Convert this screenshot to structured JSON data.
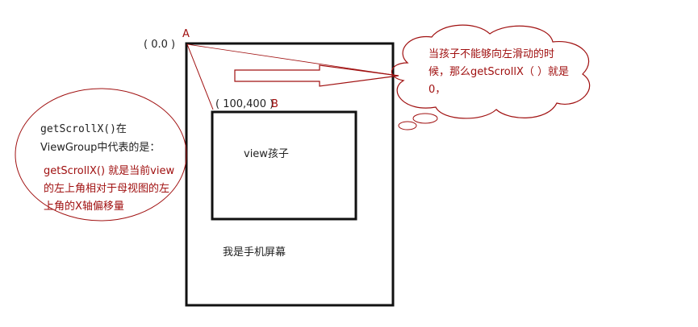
{
  "labels": {
    "origin": "( 0.0 )",
    "point_a": "A",
    "point_b_coord": "( 100,400 )",
    "point_b": "B"
  },
  "boxes": {
    "child_view": "view孩子",
    "phone_screen": "我是手机屏幕"
  },
  "left_note": {
    "line1_code": "getScrollX()",
    "line1_suffix": "在",
    "line2": "ViewGroup中代表的是：",
    "red_line1": "getScrollX() 就是当前view",
    "red_line2": "的左上角相对于母视图的左",
    "red_line3": "上角的X轴偏移量"
  },
  "cloud_note": {
    "line1": "当孩子不能够向左滑动的时",
    "line2": "候，那么getScrollX（ ）就是",
    "line3": "0，"
  },
  "colors": {
    "red": "#a01010",
    "black": "#111111"
  }
}
